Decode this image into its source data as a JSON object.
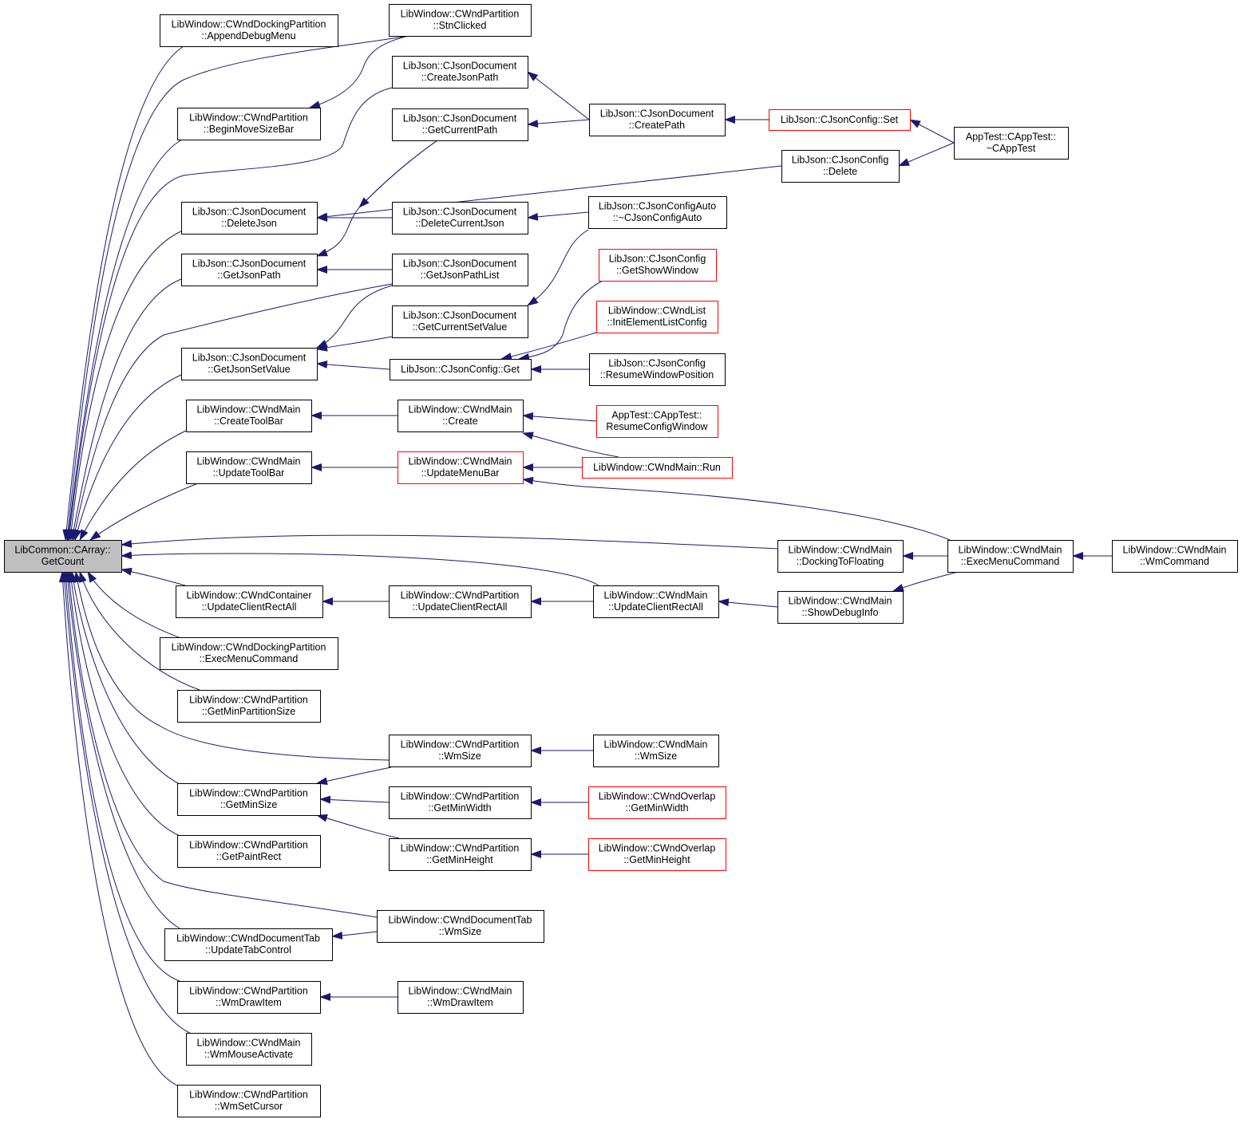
{
  "colors": {
    "edge": "#191970",
    "normal_border": "#000000",
    "truncated_border": "#ff0000",
    "root_fill": "#bfbfbf",
    "node_fill": "#ffffff"
  },
  "nodes": {
    "getcount": {
      "lines": [
        "LibCommon::CArray::",
        "GetCount"
      ],
      "style": "root"
    },
    "appenddebugmenu": {
      "lines": [
        "LibWindow::CWndDockingPartition",
        "::AppendDebugMenu"
      ]
    },
    "stnclicked": {
      "lines": [
        "LibWindow::CWndPartition",
        "::StnClicked"
      ]
    },
    "createjsonpath": {
      "lines": [
        "LibJson::CJsonDocument",
        "::CreateJsonPath"
      ]
    },
    "beginmovesizebar": {
      "lines": [
        "LibWindow::CWndPartition",
        "::BeginMoveSizeBar"
      ]
    },
    "createpath": {
      "lines": [
        "LibJson::CJsonDocument",
        "::CreatePath"
      ]
    },
    "set": {
      "lines": [
        "LibJson::CJsonConfig::Set"
      ],
      "style": "truncated"
    },
    "getcurrentpath": {
      "lines": [
        "LibJson::CJsonDocument",
        "::GetCurrentPath"
      ]
    },
    "apptest_dtor": {
      "lines": [
        "AppTest::CAppTest::",
        "~CAppTest"
      ]
    },
    "delete": {
      "lines": [
        "LibJson::CJsonConfig",
        "::Delete"
      ]
    },
    "deletejson": {
      "lines": [
        "LibJson::CJsonDocument",
        "::DeleteJson"
      ]
    },
    "deletecurrentjson": {
      "lines": [
        "LibJson::CJsonDocument",
        "::DeleteCurrentJson"
      ]
    },
    "configauto_dtor": {
      "lines": [
        "LibJson::CJsonConfigAuto",
        "::~CJsonConfigAuto"
      ]
    },
    "getjsonpath": {
      "lines": [
        "LibJson::CJsonDocument",
        "::GetJsonPath"
      ]
    },
    "getjsonpathlist": {
      "lines": [
        "LibJson::CJsonDocument",
        "::GetJsonPathList"
      ]
    },
    "getshowwindow": {
      "lines": [
        "LibJson::CJsonConfig",
        "::GetShowWindow"
      ],
      "style": "truncated"
    },
    "getcurrentsetvalue": {
      "lines": [
        "LibJson::CJsonDocument",
        "::GetCurrentSetValue"
      ]
    },
    "initelementlistconfig": {
      "lines": [
        "LibWindow::CWndList",
        "::InitElementListConfig"
      ],
      "style": "truncated"
    },
    "getjsonsetvalue": {
      "lines": [
        "LibJson::CJsonDocument",
        "::GetJsonSetValue"
      ]
    },
    "config_get": {
      "lines": [
        "LibJson::CJsonConfig::Get"
      ]
    },
    "resumewindowposition": {
      "lines": [
        "LibJson::CJsonConfig",
        "::ResumeWindowPosition"
      ]
    },
    "createtoolbar": {
      "lines": [
        "LibWindow::CWndMain",
        "::CreateToolBar"
      ]
    },
    "main_create": {
      "lines": [
        "LibWindow::CWndMain",
        "::Create"
      ]
    },
    "resumeconfigwindow": {
      "lines": [
        "AppTest::CAppTest::",
        "ResumeConfigWindow"
      ],
      "style": "truncated"
    },
    "updatetoolbar": {
      "lines": [
        "LibWindow::CWndMain",
        "::UpdateToolBar"
      ]
    },
    "updatemenubar": {
      "lines": [
        "LibWindow::CWndMain",
        "::UpdateMenuBar"
      ],
      "style": "truncated"
    },
    "main_run": {
      "lines": [
        "LibWindow::CWndMain::Run"
      ],
      "style": "truncated"
    },
    "dockingtofloating": {
      "lines": [
        "LibWindow::CWndMain",
        "::DockingToFloating"
      ]
    },
    "main_execmenucommand": {
      "lines": [
        "LibWindow::CWndMain",
        "::ExecMenuCommand"
      ]
    },
    "wmcommand": {
      "lines": [
        "LibWindow::CWndMain",
        "::WmCommand"
      ]
    },
    "container_updateclientrectall": {
      "lines": [
        "LibWindow::CWndContainer",
        "::UpdateClientRectAll"
      ]
    },
    "partition_updateclientrectall": {
      "lines": [
        "LibWindow::CWndPartition",
        "::UpdateClientRectAll"
      ]
    },
    "main_updateclientrectall": {
      "lines": [
        "LibWindow::CWndMain",
        "::UpdateClientRectAll"
      ]
    },
    "showdebuginfo": {
      "lines": [
        "LibWindow::CWndMain",
        "::ShowDebugInfo"
      ]
    },
    "docking_execmenucommand": {
      "lines": [
        "LibWindow::CWndDockingPartition",
        "::ExecMenuCommand"
      ]
    },
    "getminpartitionsize": {
      "lines": [
        "LibWindow::CWndPartition",
        "::GetMinPartitionSize"
      ]
    },
    "partition_wmsize": {
      "lines": [
        "LibWindow::CWndPartition",
        "::WmSize"
      ]
    },
    "main_wmsize": {
      "lines": [
        "LibWindow::CWndMain",
        "::WmSize"
      ]
    },
    "getminsize": {
      "lines": [
        "LibWindow::CWndPartition",
        "::GetMinSize"
      ]
    },
    "partition_getminwidth": {
      "lines": [
        "LibWindow::CWndPartition",
        "::GetMinWidth"
      ]
    },
    "overlap_getminwidth": {
      "lines": [
        "LibWindow::CWndOverlap",
        "::GetMinWidth"
      ],
      "style": "truncated"
    },
    "getpaintrect": {
      "lines": [
        "LibWindow::CWndPartition",
        "::GetPaintRect"
      ]
    },
    "partition_getminheight": {
      "lines": [
        "LibWindow::CWndPartition",
        "::GetMinHeight"
      ]
    },
    "overlap_getminheight": {
      "lines": [
        "LibWindow::CWndOverlap",
        "::GetMinHeight"
      ],
      "style": "truncated"
    },
    "doctab_wmsize": {
      "lines": [
        "LibWindow::CWndDocumentTab",
        "::WmSize"
      ]
    },
    "updatetabcontrol": {
      "lines": [
        "LibWindow::CWndDocumentTab",
        "::UpdateTabControl"
      ]
    },
    "partition_wmdrawitem": {
      "lines": [
        "LibWindow::CWndPartition",
        "::WmDrawItem"
      ]
    },
    "main_wmdrawitem": {
      "lines": [
        "LibWindow::CWndMain",
        "::WmDrawItem"
      ]
    },
    "wmmouseactivate": {
      "lines": [
        "LibWindow::CWndMain",
        "::WmMouseActivate"
      ]
    },
    "wmsetcursor": {
      "lines": [
        "LibWindow::CWndPartition",
        "::WmSetCursor"
      ]
    }
  },
  "edges": [
    {
      "from": "appenddebugmenu",
      "to": "getcount"
    },
    {
      "from": "stnclicked",
      "to": "getcount"
    },
    {
      "from": "beginmovesizebar",
      "to": "getcount"
    },
    {
      "from": "createjsonpath",
      "to": "getcount"
    },
    {
      "from": "getcurrentpath",
      "to": "getcount"
    },
    {
      "from": "deletejson",
      "to": "getcount"
    },
    {
      "from": "getjsonpath",
      "to": "getcount"
    },
    {
      "from": "getjsonpathlist",
      "to": "getcount"
    },
    {
      "from": "getjsonsetvalue",
      "to": "getcount"
    },
    {
      "from": "createtoolbar",
      "to": "getcount"
    },
    {
      "from": "updatetoolbar",
      "to": "getcount"
    },
    {
      "from": "dockingtofloating",
      "to": "getcount"
    },
    {
      "from": "main_updateclientrectall",
      "to": "getcount"
    },
    {
      "from": "container_updateclientrectall",
      "to": "getcount"
    },
    {
      "from": "docking_execmenucommand",
      "to": "getcount"
    },
    {
      "from": "getminpartitionsize",
      "to": "getcount"
    },
    {
      "from": "partition_wmsize",
      "to": "getcount"
    },
    {
      "from": "getminsize",
      "to": "getcount"
    },
    {
      "from": "getpaintrect",
      "to": "getcount"
    },
    {
      "from": "doctab_wmsize",
      "to": "getcount"
    },
    {
      "from": "updatetabcontrol",
      "to": "getcount"
    },
    {
      "from": "partition_wmdrawitem",
      "to": "getcount"
    },
    {
      "from": "wmmouseactivate",
      "to": "getcount"
    },
    {
      "from": "wmsetcursor",
      "to": "getcount"
    },
    {
      "from": "stnclicked",
      "to": "beginmovesizebar"
    },
    {
      "from": "createpath",
      "to": "createjsonpath"
    },
    {
      "from": "createpath",
      "to": "getcurrentpath"
    },
    {
      "from": "set",
      "to": "createpath"
    },
    {
      "from": "apptest_dtor",
      "to": "set"
    },
    {
      "from": "apptest_dtor",
      "to": "delete"
    },
    {
      "from": "delete",
      "to": "deletejson"
    },
    {
      "from": "deletecurrentjson",
      "to": "deletejson"
    },
    {
      "from": "configauto_dtor",
      "to": "deletecurrentjson"
    },
    {
      "from": "getcurrentpath",
      "to": "getjsonpath"
    },
    {
      "from": "getjsonpathlist",
      "to": "getjsonpath"
    },
    {
      "from": "configauto_dtor",
      "to": "getcurrentsetvalue"
    },
    {
      "from": "getcurrentsetvalue",
      "to": "getjsonsetvalue"
    },
    {
      "from": "getjsonpathlist",
      "to": "getjsonsetvalue"
    },
    {
      "from": "config_get",
      "to": "getjsonsetvalue"
    },
    {
      "from": "getshowwindow",
      "to": "config_get"
    },
    {
      "from": "initelementlistconfig",
      "to": "config_get"
    },
    {
      "from": "resumewindowposition",
      "to": "config_get"
    },
    {
      "from": "main_create",
      "to": "createtoolbar"
    },
    {
      "from": "resumeconfigwindow",
      "to": "main_create"
    },
    {
      "from": "main_run",
      "to": "main_create"
    },
    {
      "from": "updatemenubar",
      "to": "updatetoolbar"
    },
    {
      "from": "main_run",
      "to": "updatemenubar"
    },
    {
      "from": "main_execmenucommand",
      "to": "updatemenubar"
    },
    {
      "from": "main_execmenucommand",
      "to": "dockingtofloating"
    },
    {
      "from": "wmcommand",
      "to": "main_execmenucommand"
    },
    {
      "from": "main_execmenucommand",
      "to": "showdebuginfo"
    },
    {
      "from": "showdebuginfo",
      "to": "main_updateclientrectall"
    },
    {
      "from": "main_updateclientrectall",
      "to": "partition_updateclientrectall"
    },
    {
      "from": "partition_updateclientrectall",
      "to": "container_updateclientrectall"
    },
    {
      "from": "main_wmsize",
      "to": "partition_wmsize"
    },
    {
      "from": "partition_wmsize",
      "to": "getminsize"
    },
    {
      "from": "partition_getminwidth",
      "to": "getminsize"
    },
    {
      "from": "partition_getminheight",
      "to": "getminsize"
    },
    {
      "from": "overlap_getminwidth",
      "to": "partition_getminwidth"
    },
    {
      "from": "overlap_getminheight",
      "to": "partition_getminheight"
    },
    {
      "from": "doctab_wmsize",
      "to": "updatetabcontrol"
    },
    {
      "from": "main_wmdrawitem",
      "to": "partition_wmdrawitem"
    }
  ]
}
